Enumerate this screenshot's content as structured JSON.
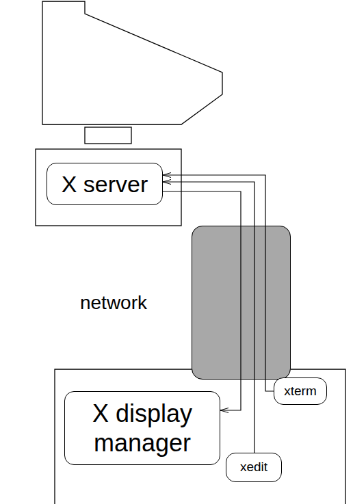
{
  "diagram": {
    "nodes": [
      {
        "text": [
          "X server"
        ]
      },
      {
        "text": [
          "network"
        ]
      },
      {
        "text": [
          "X display manager"
        ]
      },
      {
        "text": [
          "xterm"
        ]
      },
      {
        "text": [
          "xedit"
        ]
      }
    ],
    "edges": [
      {
        "from": 3,
        "to": 0,
        "arrow": "to"
      },
      {
        "from": 4,
        "to": 0,
        "arrow": "to"
      },
      {
        "from": 0,
        "to": 2,
        "arrow": "to"
      }
    ]
  }
}
